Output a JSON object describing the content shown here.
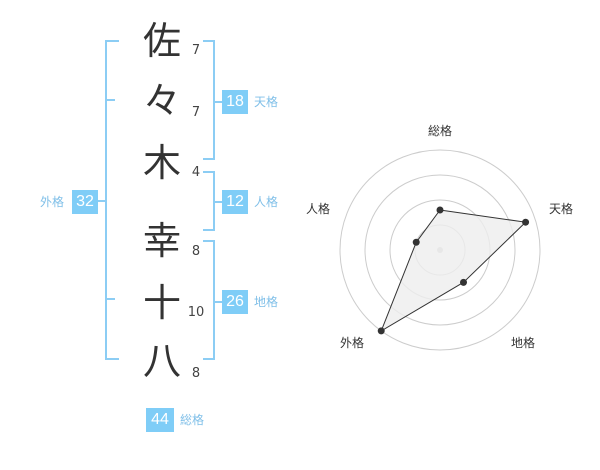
{
  "name": {
    "chars": [
      {
        "char": "佐",
        "strokes": 7
      },
      {
        "char": "々",
        "strokes": 7
      },
      {
        "char": "木",
        "strokes": 4
      },
      {
        "char": "幸",
        "strokes": 8
      },
      {
        "char": "十",
        "strokes": 10
      },
      {
        "char": "八",
        "strokes": 8
      }
    ]
  },
  "kakusu": {
    "tenkaku": {
      "value": "18",
      "label": "天格"
    },
    "jinkaku": {
      "value": "12",
      "label": "人格"
    },
    "chikaku": {
      "value": "26",
      "label": "地格"
    },
    "gaikaku": {
      "value": "32",
      "label": "外格"
    },
    "soukaku": {
      "value": "44",
      "label": "総格"
    }
  },
  "radar": {
    "axes": [
      "総格",
      "天格",
      "地格",
      "外格",
      "人格"
    ],
    "levels": 4,
    "values": [
      0.4,
      0.9,
      0.4,
      1.0,
      0.25
    ],
    "colors": {
      "ring": "#cccccc",
      "fill": "#eeeeee",
      "line": "#333333",
      "point": "#333333"
    }
  },
  "colors": {
    "accent": "#7fcdf7",
    "bracket": "#8ccdf4"
  }
}
